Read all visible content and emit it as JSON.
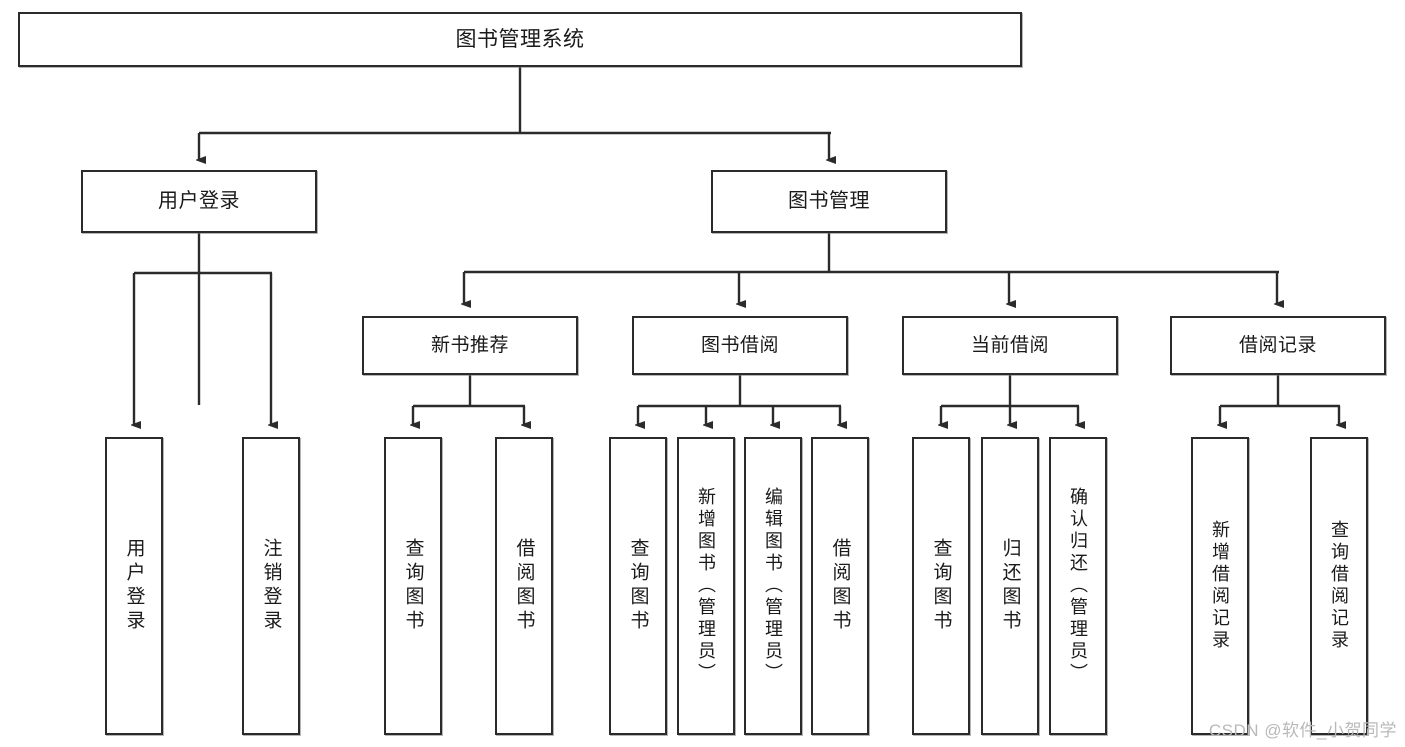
{
  "diagram": {
    "title": "图书管理系统",
    "type": "tree",
    "watermark": "CSDN @软件_小贺同学",
    "colors": {
      "box_border": "#2b2b2b",
      "box_fill": "#ffffff",
      "connector": "#2b2b2b",
      "text": "#1a1a1a",
      "watermark": "#b9b9b9"
    },
    "root": {
      "label": "图书管理系统"
    },
    "level2": [
      {
        "label": "用户登录"
      },
      {
        "label": "图书管理"
      }
    ],
    "level3": [
      {
        "label": "新书推荐"
      },
      {
        "label": "图书借阅"
      },
      {
        "label": "当前借阅"
      },
      {
        "label": "借阅记录"
      }
    ],
    "groups": [
      {
        "parent": "用户登录",
        "leaves": [
          {
            "label": "用户登录"
          },
          {
            "label": "注销登录"
          }
        ]
      },
      {
        "parent": "新书推荐",
        "leaves": [
          {
            "label": "查询图书"
          },
          {
            "label": "借阅图书"
          }
        ]
      },
      {
        "parent": "图书借阅",
        "leaves": [
          {
            "label": "查询图书"
          },
          {
            "label": "新增图书（管理员）"
          },
          {
            "label": "编辑图书（管理员）"
          },
          {
            "label": "借阅图书"
          }
        ]
      },
      {
        "parent": "当前借阅",
        "leaves": [
          {
            "label": "查询图书"
          },
          {
            "label": "归还图书"
          },
          {
            "label": "确认归还（管理员）"
          }
        ]
      },
      {
        "parent": "借阅记录",
        "leaves": [
          {
            "label": "新增借阅记录"
          },
          {
            "label": "查询借阅记录"
          }
        ]
      }
    ]
  }
}
